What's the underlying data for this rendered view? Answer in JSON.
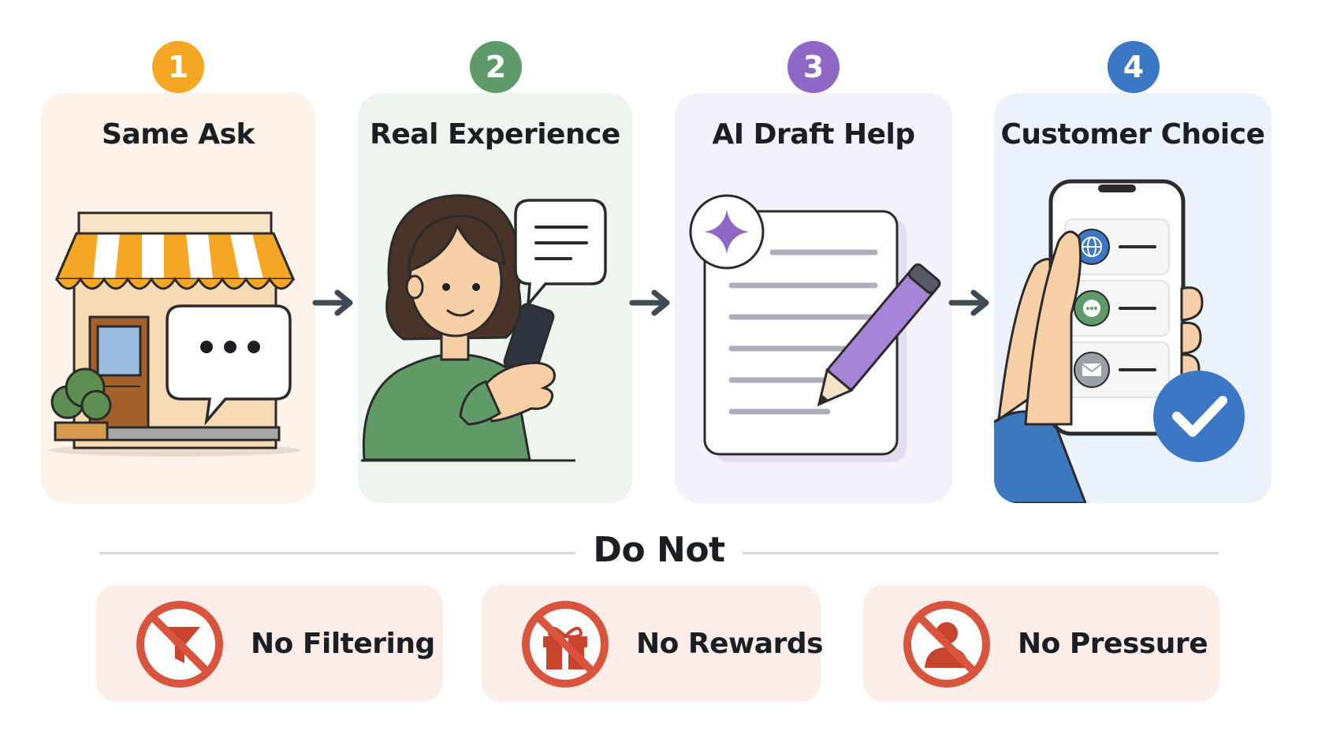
{
  "steps": [
    {
      "number": "1",
      "title": "Same Ask",
      "color": "#f5a623",
      "card_bg": "#fdf3ea",
      "illustration": "storefront-with-speech-bubble"
    },
    {
      "number": "2",
      "title": "Real Experience",
      "color": "#5e9a6a",
      "card_bg": "#eef4ee",
      "illustration": "woman-using-phone"
    },
    {
      "number": "3",
      "title": "AI Draft Help",
      "color": "#8f67c4",
      "card_bg": "#f4f1fa",
      "illustration": "ai-sparkle-document-with-pen"
    },
    {
      "number": "4",
      "title": "Customer Choice",
      "color": "#3b77c4",
      "card_bg": "#ecf2fb",
      "illustration": "hand-holding-phone-with-checkmark"
    }
  ],
  "do_not": {
    "heading": "Do Not",
    "items": [
      {
        "label": "No Filtering",
        "icon": "prohibited-filter-icon"
      },
      {
        "label": "No Rewards",
        "icon": "prohibited-gift-icon"
      },
      {
        "label": "No Pressure",
        "icon": "prohibited-person-icon"
      }
    ],
    "prohibit_color": "#d9543c",
    "card_bg": "#fcede9"
  }
}
